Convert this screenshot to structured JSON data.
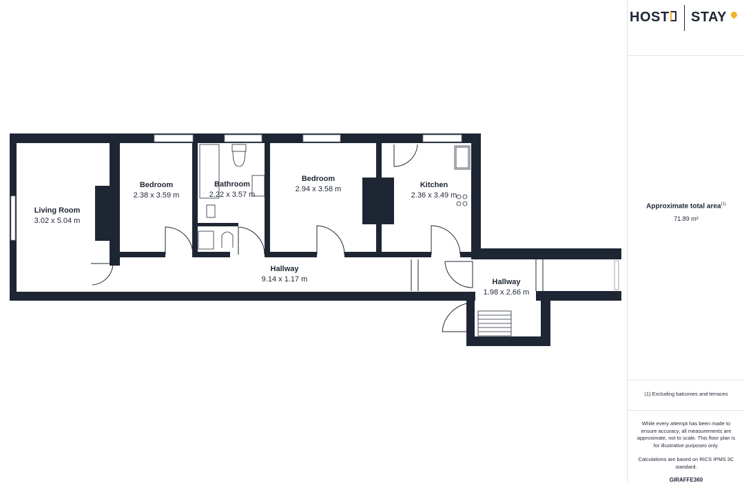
{
  "logo": {
    "host": "HOST",
    "stay": "STAY"
  },
  "rooms": [
    {
      "name": "Living Room",
      "dims": "3.02 x 5.04 m"
    },
    {
      "name": "Bedroom",
      "dims": "2.38 x 3.59 m"
    },
    {
      "name": "Bathroom",
      "dims": "2.22 x 3.57 m"
    },
    {
      "name": "Bedroom",
      "dims": "2.94 x 3.58 m"
    },
    {
      "name": "Kitchen",
      "dims": "2.36 x 3.49 m"
    },
    {
      "name": "Hallway",
      "dims": "9.14 x 1.17 m"
    },
    {
      "name": "Hallway",
      "dims": "1.98 x 2.66 m"
    }
  ],
  "sidebar": {
    "area_title": "Approximate total area",
    "area_sup": "(1)",
    "area_value": "71.89 m²",
    "footnote": "(1) Excluding balconies and terraces",
    "disclaimer": "While every attempt has been made to ensure accuracy, all measurements are approximate, not to scale. This floor plan is for illustrative purposes only.",
    "calc": "Calculations are based on RICS IPMS 3C standard.",
    "brand": "GIRAFFE360"
  },
  "colors": {
    "wall": "#1e2634",
    "accent": "#f0b323"
  }
}
